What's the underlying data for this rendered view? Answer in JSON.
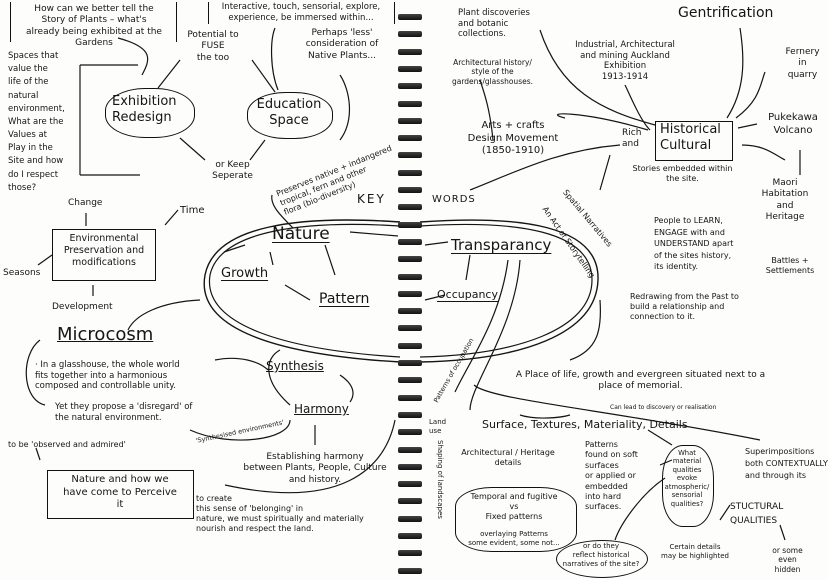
{
  "left": {
    "question": "How can we better tell the\nStory of Plants – what's\nalready being exhibited at the Gardens",
    "spaces": "Spaces that\nvalue the\nlife of the\nnatural\nenvironment,\nWhat are the\nValues at\nPlay in the\nSite and how\ndo I respect\nthose?",
    "exhibition": "Exhibition\nRedesign",
    "potential": "Potential to\nFUSE\nthe too",
    "keep": "or Keep\nSeperate",
    "interactive": "Interactive, touch, sensorial, explore,\nexperience, be immersed within...",
    "perhaps": "Perhaps 'less'\nconsideration of\nNative Plants...",
    "education": "Education\nSpace",
    "preserves": "Preserves native + indangered\ntropical, fern and other\nflora (bio-diversity)",
    "change": "Change",
    "time": "Time",
    "environmental": "Environmental\nPreservation and\nmodifications",
    "seasons": "Seasons",
    "development": "Development",
    "microcosm": "Microcosm",
    "glasshouse": "· In a glasshouse, the whole world\nfits together into a harmonious\ncomposed and controllable unity.",
    "yet": "Yet they propose a 'disregard' of\nthe natural environment.",
    "synthesised": "'Synthesised environments'",
    "synthesis": "Synthesis",
    "harmony": "Harmony",
    "establishing": "Establishing harmony\nbetween Plants, People, Culture\nand history.",
    "observed": "to be 'observed and admired'",
    "nature_box": "Nature and how we\nhave come to Perceive\nit",
    "to_create": "to create\nthis sense of 'belonging' in\nnature, we must spiritually and materially\nnourish and respect the land."
  },
  "key_words": {
    "key": "KEY",
    "words": "WORDS",
    "nature": "Nature",
    "growth": "Growth",
    "pattern": "Pattern",
    "transparancy": "Transparancy",
    "occupancy": "Occupancy"
  },
  "right": {
    "plant_discoveries": "Plant discoveries\nand botanic\ncollections.",
    "gentrification": "Gentrification",
    "industrial": "Industrial, Architectural\nand mining Auckland\nExhibition\n1913-1914",
    "architectural_history": "Architectural history/\nstyle of the\ngardens/glasshouses.",
    "fernery": "Fernery\nin\nquarry",
    "arts_crafts": "Arts + crafts\nDesign Movement\n(1850-1910)",
    "rich_and": "Rich\nand",
    "historical_cultural": "Historical\nCultural",
    "pukekawa": "Pukekawa\nVolcano",
    "stories": "Stories embedded within\nthe site.",
    "maori": "Maori\nHabitation\nand\nHeritage",
    "battles": "Battles +\nSettlements",
    "people": "People to LEARN,\nENGAGE with and\nUNDERSTAND apart\nof the sites history,\nits identity.",
    "redrawing": "Redrawing from the Past to\nbuild a relationship and\nconnection to it.",
    "spatial": "Spatial Narratives",
    "act": "An Act of Storytelling",
    "place": "A Place of life, growth and evergreen situated next to a\nplace of memorial.",
    "can_lead": "Can lead to discovery or realisation",
    "patterns_occupation": "Patterns of occupation",
    "land_use": "Land\nuse",
    "shaping": "Shaping of landscapes",
    "surface": "Surface, Textures, Materiality, Details",
    "arch_heritage": "Architectural / Heritage\ndetails",
    "patterns_found": "Patterns\nfound on soft\nsurfaces\nor applied or\nembedded\ninto hard\nsurfaces.",
    "what_material": "What\nmaterial\nqualities\nevoke\natmospheric/\nsensorial\nqualities?",
    "superimpositions": "Superimpositions\nboth CONTEXTUALLY\nand through its",
    "structural": "STUCTURAL\nQUALITIES",
    "temporal": "Temporal and fugitive\nvs\nFixed patterns",
    "overlaying": "overlaying Patterns\nsome evident, some not...",
    "or_do_they": "or do they\nreflect historical\nnarratives of the site?",
    "certain": "Certain details\nmay be highlighted",
    "hidden": "or some\neven\nhidden"
  }
}
